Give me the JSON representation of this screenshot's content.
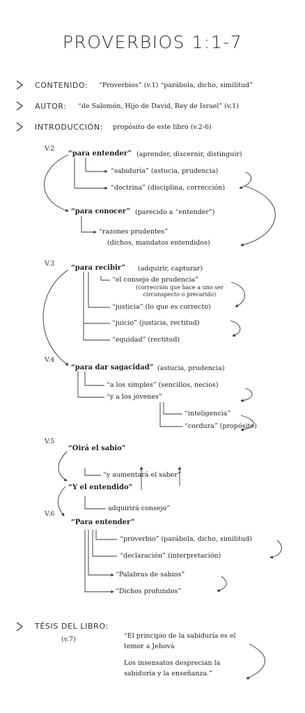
{
  "title": "PROVERBIOS 1:1-7",
  "sections": {
    "contenido": {
      "label": "CONTENIDO:",
      "value": "“Proverbios” (v.1) “parábola, dicho, similitud”"
    },
    "autor": {
      "label": "AUTOR:",
      "value": "“de Salomón, Hijo de David, Rey de Israel” (v.1)"
    },
    "introduccion": {
      "label": "INTRODUCCIÓN:",
      "value": "propósito de este libro (v.2-6)"
    }
  },
  "v2": {
    "verse": "V.2",
    "entender_head": "“para entender”",
    "entender_rest": "(aprender, discernir, distinguir)",
    "sabiduria": "“sabiduría” (astucia, prudencia)",
    "doctrina": "“doctrina” (disciplina, corrección)",
    "conocer_head": "“para conocer”",
    "conocer_rest": "(parecido a “entender”)",
    "razones": "“razones prudentes”",
    "razones_sub": "(dichos, mandatos entendidos)"
  },
  "v3": {
    "verse": "V.3",
    "recibir_head": "“para recibir”",
    "recibir_rest": "(adquirir, capturar)",
    "consejo": "“el consejo de prudencia”",
    "consejo_sub1": "(corrección que hace a uno ser",
    "consejo_sub2": "circunspecto o precarido)",
    "justicia": "“justicia” (lo que es correcto)",
    "juicio": "“juicio” (justicia, rectitud)",
    "equidad": "“equidad” (rectitud)"
  },
  "v4": {
    "verse": "V.4",
    "sagacidad_head": "“para dar sagacidad”",
    "sagacidad_rest": "(astucia, prudencia)",
    "simples": "“a los simples” (sencillos, necios)",
    "jovenes": "“y a los jóvenes”",
    "inteligencia": "“inteligencia”",
    "cordura": "“cordura” (propósito)"
  },
  "v5": {
    "verse": "V.5",
    "oira": "“Oirá el sabio”",
    "aumentara": "“y aumentará el saber”",
    "entendido": "“Y el entendido”",
    "adquirira": "adquirirá consejo”"
  },
  "v6": {
    "verse": "V.6",
    "head": "“Para entender”",
    "proverbio": "“proverbio” (parábola, dicho, similitud)",
    "declaracion": "“declaración” (interpretación)",
    "palabras": "“Palabras de sabios”",
    "dichos": "“Dichos profundos”"
  },
  "tesis": {
    "label": "TÉSIS DEL LIBRO:",
    "ref": "(v.7)",
    "line1": "“El principio de la sabiduría es el temor a Jehová",
    "line2": "Los insensatos desprecian la sabiduría y la enseñanza.”"
  },
  "colors": {
    "ink": "#1f1f1f",
    "line": "#333333"
  }
}
